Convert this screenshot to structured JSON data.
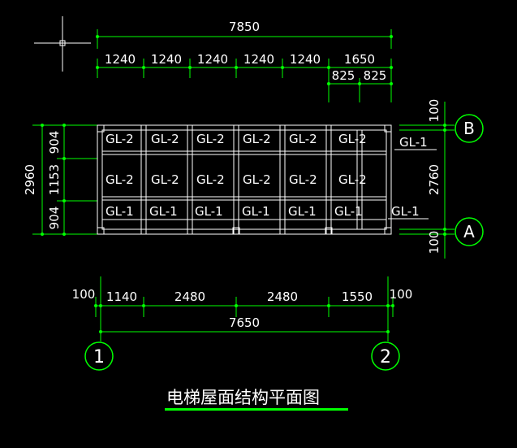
{
  "colors": {
    "background": "#000000",
    "dimension": "#00ff00",
    "structure": "#ffffff",
    "title_underline": "#00ff00"
  },
  "icons": {
    "cursor": "crosshair-cursor-icon"
  },
  "top_dimensions": {
    "overall": "7850",
    "spans": [
      "1240",
      "1240",
      "1240",
      "1240",
      "1240",
      "1650"
    ],
    "sub_spans": [
      "825",
      "825"
    ]
  },
  "left_dimensions": {
    "overall": "2960",
    "spans": [
      "904",
      "1153",
      "904"
    ]
  },
  "right_dimensions": {
    "top": "100",
    "middle": "2760",
    "bottom": "100"
  },
  "bottom_dimensions": {
    "left_offset": "100",
    "spans": [
      "1140",
      "2480",
      "2480",
      "1550"
    ],
    "right_offset": "100",
    "overall": "7650"
  },
  "beam_labels": {
    "row1": [
      "GL-2",
      "GL-2",
      "GL-2",
      "GL-2",
      "GL-2",
      "GL-2"
    ],
    "row2": [
      "GL-2",
      "GL-2",
      "GL-2",
      "GL-2",
      "GL-2",
      "GL-2"
    ],
    "row3": [
      "GL-1",
      "GL-1",
      "GL-1",
      "GL-1",
      "GL-1",
      "GL-1"
    ],
    "right_upper": "GL-1",
    "right_lower": "GL-1"
  },
  "axes": {
    "row_b": "B",
    "row_a": "A",
    "col_1": "1",
    "col_2": "2"
  },
  "title": "电梯屋面结构平面图"
}
